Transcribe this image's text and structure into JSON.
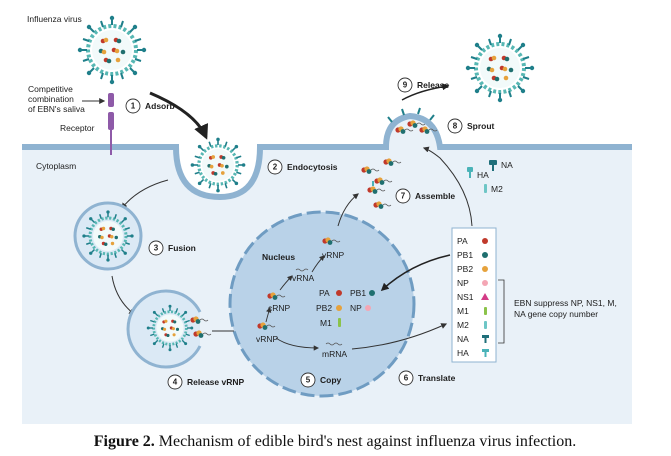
{
  "caption": {
    "prefix": "Figure 2.",
    "text": " Mechanism of edible bird's nest against influenza virus infection."
  },
  "labels": {
    "influenza_virus": "Influenza virus",
    "competitive_1": "Competitive",
    "competitive_2": "combination",
    "competitive_3": "of EBN's saliva",
    "receptor": "Receptor",
    "cytoplasm": "Cytoplasm",
    "nucleus": "Nucleus",
    "vrna": "vRNA",
    "vrnp_top": "vRNP",
    "crnp": "cRNP",
    "vrnp_left": "vRNP",
    "mrna": "mRNA",
    "ha_floating": "HA",
    "na_floating": "NA",
    "m2_floating": "M2",
    "ebn_note_1": "EBN suppress NP, NS1, M,",
    "ebn_note_2": "NA gene copy number"
  },
  "steps": [
    {
      "num": "1",
      "label": "Adsorb"
    },
    {
      "num": "2",
      "label": "Endocytosis"
    },
    {
      "num": "3",
      "label": "Fusion"
    },
    {
      "num": "4",
      "label": "Release vRNP"
    },
    {
      "num": "5",
      "label": "Copy"
    },
    {
      "num": "6",
      "label": "Translate"
    },
    {
      "num": "7",
      "label": "Assemble"
    },
    {
      "num": "8",
      "label": "Sprout"
    },
    {
      "num": "9",
      "label": "Release"
    }
  ],
  "nucleus_proteins": [
    "PA",
    "PB1",
    "PB2",
    "NP",
    "M1"
  ],
  "protein_panel": [
    "PA",
    "PB1",
    "PB2",
    "NP",
    "NS1",
    "M1",
    "M2",
    "NA",
    "HA"
  ],
  "colors": {
    "cytoplasm": "#e9f1f8",
    "membrane": "#8fb3d1",
    "nucleus_fill": "#b9d2e8",
    "nucleus_border": "#6f9cc2",
    "virus_shell": "#57b7b3",
    "spike": "#1f7f8a",
    "pa": "#c0392b",
    "pb1": "#1f6f6f",
    "pb2": "#e6a23c",
    "np": "#f4a6b4",
    "ns1": "#d33b86",
    "m1": "#8bc34a",
    "m2": "#6ec6c6",
    "na": "#1f6f7a",
    "ha": "#4ab3b8",
    "receptor": "#8e5aa8"
  }
}
